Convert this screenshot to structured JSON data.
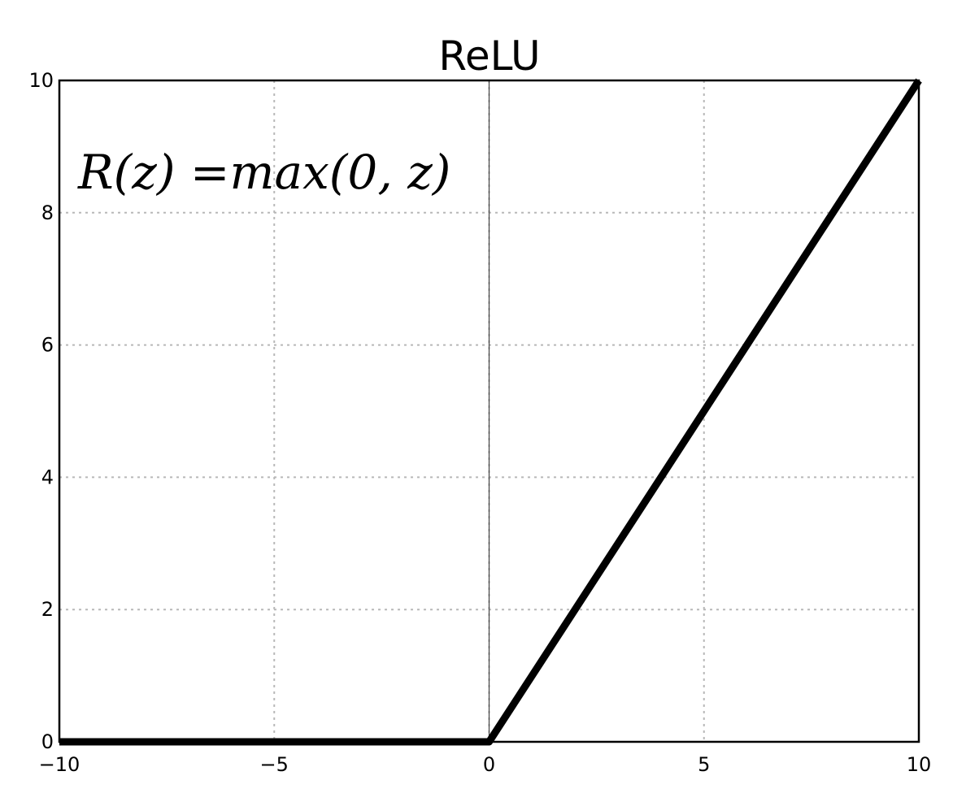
{
  "chart_data": {
    "type": "line",
    "title": "ReLU",
    "annotation": "R(z) =max(0,  z)",
    "xlabel": "",
    "ylabel": "",
    "xlim": [
      -10,
      10
    ],
    "ylim": [
      0,
      10
    ],
    "x_ticks": [
      -10,
      -5,
      0,
      5,
      10
    ],
    "y_ticks": [
      0,
      2,
      4,
      6,
      8,
      10
    ],
    "x_tick_labels": [
      "−10",
      "−5",
      "0",
      "5",
      "10"
    ],
    "y_tick_labels": [
      "0",
      "2",
      "4",
      "6",
      "8",
      "10"
    ],
    "grid": true,
    "series": [
      {
        "color": "#000000",
        "x": [
          -10,
          0,
          10
        ],
        "y": [
          0,
          0,
          10
        ]
      }
    ]
  }
}
